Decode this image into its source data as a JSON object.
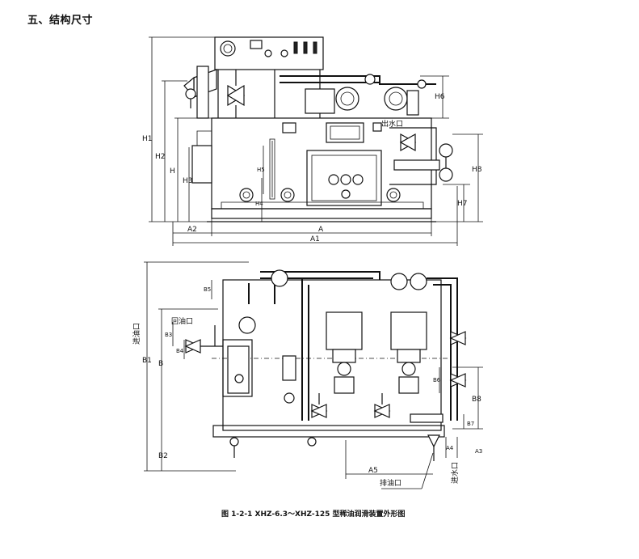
{
  "section_heading": "五、结构尺寸",
  "caption": "图 1-2-1   XHZ-6.3～XHZ-125 型稀油润滑装置外形图",
  "front_view": {
    "dims": {
      "H1": "H1",
      "H2": "H2",
      "H": "H",
      "H3": "H3",
      "H4": "H4",
      "H5": "H5",
      "H6": "H6",
      "H7": "H7",
      "H8": "H8",
      "A": "A",
      "A1": "A1",
      "A2": "A2"
    },
    "outlet_label": "出水口"
  },
  "top_view": {
    "dims": {
      "B1": "B1",
      "B": "B",
      "B2": "B2",
      "B3": "B3",
      "B4": "B4",
      "B5": "B5",
      "B6": "B6",
      "B7": "B7",
      "B8": "B8",
      "A3": "A3",
      "A4": "A4",
      "A5": "A5"
    },
    "labels": {
      "return_oil": "回油口",
      "oil_inlet": "进油口",
      "drain_oil": "排油口",
      "water_inlet": "进水口"
    }
  }
}
